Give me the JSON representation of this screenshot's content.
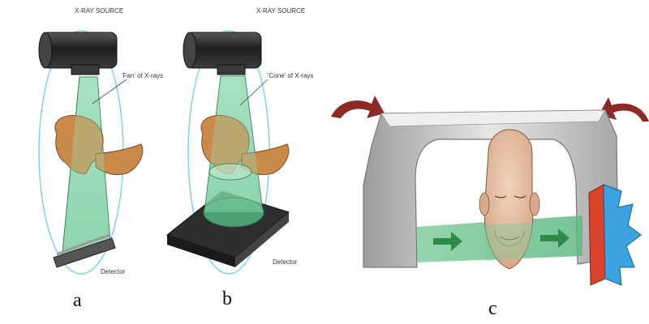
{
  "panels": [
    {
      "id": "a",
      "source_label": "X-RAY SOURCE",
      "beam_label": "'Fan' of X-rays",
      "detector_label": "Detector",
      "caption": "a"
    },
    {
      "id": "b",
      "source_label": "X-RAY SOURCE",
      "beam_label": "'Cone' of X-rays",
      "detector_label": "Detector",
      "caption": "b"
    },
    {
      "id": "c",
      "caption": "c"
    }
  ],
  "colors": {
    "beam": "#8fd6ad",
    "beam_edge": "#2f7a55",
    "tube": "#2b2b2b",
    "orbit": "#7fd3e6",
    "skin": "#c98a4a",
    "gantry": "#cfcfcf",
    "rotate_arrow": "#8e2a24",
    "green_arrow": "#2f8a4a",
    "detector_red": "#d9432b",
    "detector_blue": "#3aa3e0"
  }
}
